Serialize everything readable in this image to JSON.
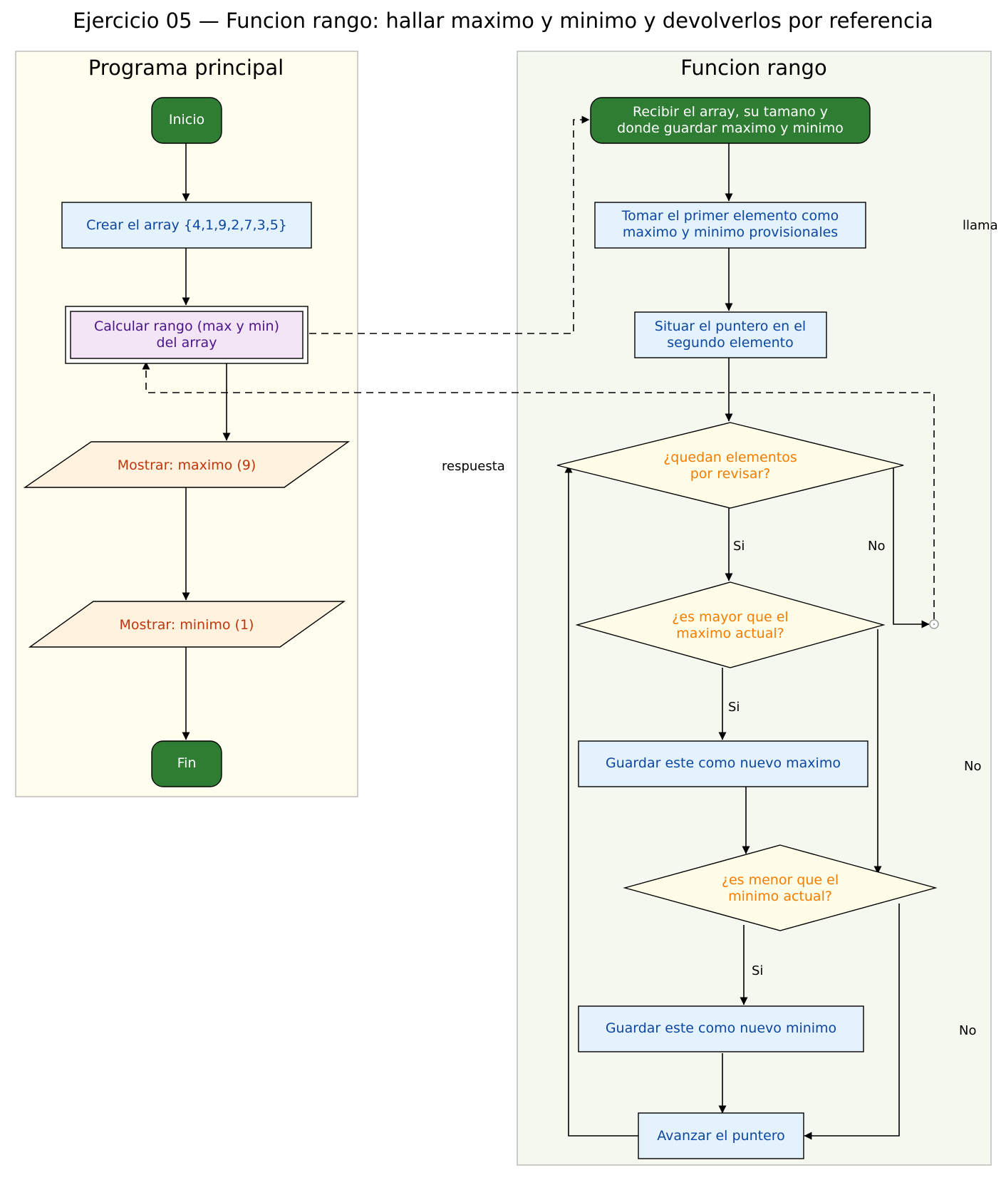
{
  "title": "Ejercicio 05 — Funcion rango: hallar maximo y minimo y devolverlos por referencia",
  "clusters": {
    "main": "Programa principal",
    "func": "Funcion rango"
  },
  "nodes": {
    "inicio": "Inicio",
    "crear": "Crear el array {4,1,9,2,7,3,5}",
    "calcular": [
      "Calcular rango (max y min)",
      "del array"
    ],
    "mostrar_max": "Mostrar: maximo (9)",
    "mostrar_min": "Mostrar: minimo (1)",
    "fin": "Fin",
    "recibir": [
      "Recibir el array, su tamano y",
      "donde guardar maximo y minimo"
    ],
    "tomar": [
      "Tomar el primer elemento como",
      "maximo y minimo provisionales"
    ],
    "situar": [
      "Situar el puntero en el",
      "segundo elemento"
    ],
    "quedan": [
      "¿quedan elementos",
      "por revisar?"
    ],
    "mayor": [
      "¿es mayor que el",
      "maximo actual?"
    ],
    "guardar_max": "Guardar este como nuevo maximo",
    "menor": [
      "¿es menor que el",
      "minimo actual?"
    ],
    "guardar_min": "Guardar este como nuevo minimo",
    "avanzar": "Avanzar el puntero"
  },
  "edge_labels": {
    "llama": "llama",
    "respuesta": "respuesta",
    "si_quedan": "Si",
    "no_quedan": "No",
    "si_mayor": "Si",
    "no_mayor": "No",
    "si_menor": "Si",
    "no_menor": "No"
  },
  "colors": {
    "terminal_fill": "#2e7d32",
    "terminal_text": "#ffffff",
    "process_fill": "#e3f2fd",
    "process_text": "#0d47a1",
    "subroutine_fill": "#f3e5f5",
    "subroutine_text": "#4a148c",
    "io_fill": "#fff3e0",
    "io_text": "#bf360c",
    "decision_fill": "#fffde7",
    "decision_text": "#f57c00",
    "cluster_main_fill": "#fffdee",
    "cluster_func_fill": "#f5f8ef",
    "cluster_border": "#bdbdbd"
  }
}
